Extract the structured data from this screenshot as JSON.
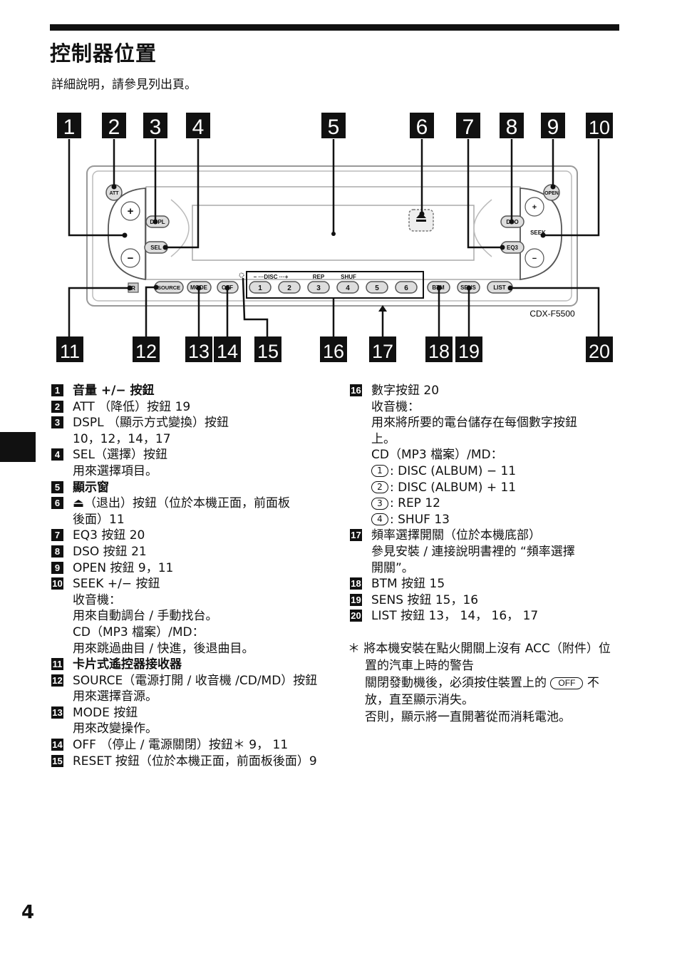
{
  "page": {
    "title": "控制器位置",
    "subtitle": "詳細說明，請參見列出頁。",
    "page_number": "4"
  },
  "diagram": {
    "model": "CDX-F5500",
    "callouts": [
      "1",
      "2",
      "3",
      "4",
      "5",
      "6",
      "7",
      "8",
      "9",
      "10",
      "11",
      "12",
      "13",
      "14",
      "15",
      "16",
      "17",
      "18",
      "19",
      "20"
    ],
    "buttons": {
      "att": "ATT",
      "dspl": "DSPL",
      "sel": "SEL",
      "dso": "DSO",
      "eq3": "EQ3",
      "open": "OPEN",
      "seek": "SEEK",
      "source": "SOURCE",
      "mode": "MODE",
      "off": "OFF",
      "btm": "BTM",
      "sens": "SENS",
      "list": "LIST",
      "r": "R",
      "plus": "+",
      "minus": "−",
      "disc": "− ···DISC ···+",
      "rep": "REP",
      "shuf": "SHUF",
      "n1": "1",
      "n2": "2",
      "n3": "3",
      "n4": "4",
      "n5": "5",
      "n6": "6"
    }
  },
  "left_list": [
    {
      "n": "1",
      "label": "音量 +/− 按鈕",
      "sub": []
    },
    {
      "n": "2",
      "label": "ATT （降低）按鈕 19",
      "sub": []
    },
    {
      "n": "3",
      "label": "DSPL （顯示方式變換）按鈕",
      "sub": [
        "10，12，14，17"
      ]
    },
    {
      "n": "4",
      "label": "SEL（選擇）按鈕",
      "sub": [
        "用來選擇項目。"
      ]
    },
    {
      "n": "5",
      "label": "顯示窗",
      "sub": []
    },
    {
      "n": "6",
      "label": "⏏（退出）按鈕（位於本機正面，前面板",
      "sub": [
        "後面）11"
      ]
    },
    {
      "n": "7",
      "label": "EQ3 按鈕 20",
      "sub": []
    },
    {
      "n": "8",
      "label": "DSO 按鈕 21",
      "sub": []
    },
    {
      "n": "9",
      "label": "OPEN 按鈕 9，11",
      "sub": []
    },
    {
      "n": "10",
      "label": "SEEK +/− 按鈕",
      "sub": [
        "收音機：",
        "用來自動調台 / 手動找台。",
        "CD（MP3 檔案）/MD：",
        "用來跳過曲目 / 快進，後退曲目。"
      ]
    },
    {
      "n": "11",
      "label": "卡片式遙控器接收器",
      "sub": []
    },
    {
      "n": "12",
      "label": "SOURCE（電源打開 / 收音機 /CD/MD）按鈕",
      "sub": [
        "用來選擇音源。"
      ]
    },
    {
      "n": "13",
      "label": "MODE 按鈕",
      "sub": [
        "用來改變操作。"
      ]
    },
    {
      "n": "14",
      "label": "OFF （停止 / 電源關閉）按鈕＊ 9， 11",
      "sub": []
    },
    {
      "n": "15",
      "label": "RESET 按鈕（位於本機正面，前面板後面）9",
      "sub": []
    }
  ],
  "right_list": [
    {
      "n": "16",
      "label": "數字按鈕 20",
      "sub": [
        "收音機：",
        "用來將所要的電台儲存在每個數字按鈕",
        "上。",
        "CD（MP3 檔案）/MD："
      ]
    },
    {
      "n": "17",
      "label": "頻率選擇開關（位於本機底部）",
      "sub": [
        "參見安裝 / 連接說明書裡的 “頻率選擇",
        "開關”。"
      ]
    },
    {
      "n": "18",
      "label": "BTM 按鈕 15",
      "sub": []
    },
    {
      "n": "19",
      "label": "SENS 按鈕 15，16",
      "sub": []
    },
    {
      "n": "20",
      "label": "LIST 按鈕 13， 14， 16， 17",
      "sub": []
    }
  ],
  "number_buttons": [
    {
      "num": "1",
      "text": ": DISC (ALBUM) − 11"
    },
    {
      "num": "2",
      "text": ": DISC (ALBUM) + 11"
    },
    {
      "num": "3",
      "text": ": REP 12"
    },
    {
      "num": "4",
      "text": ": SHUF 13"
    }
  ],
  "note": {
    "line1": "＊ 將本機安裝在點火開關上沒有 ACC（附件）位",
    "line2": "置的汽車上時的警告",
    "line3a": "關閉發動機後，必須按住裝置上的",
    "off": "OFF",
    "line3b": "不",
    "line4": "放，直至顯示消失。",
    "line5": "否則，顯示將一直開著從而消耗電池。"
  }
}
